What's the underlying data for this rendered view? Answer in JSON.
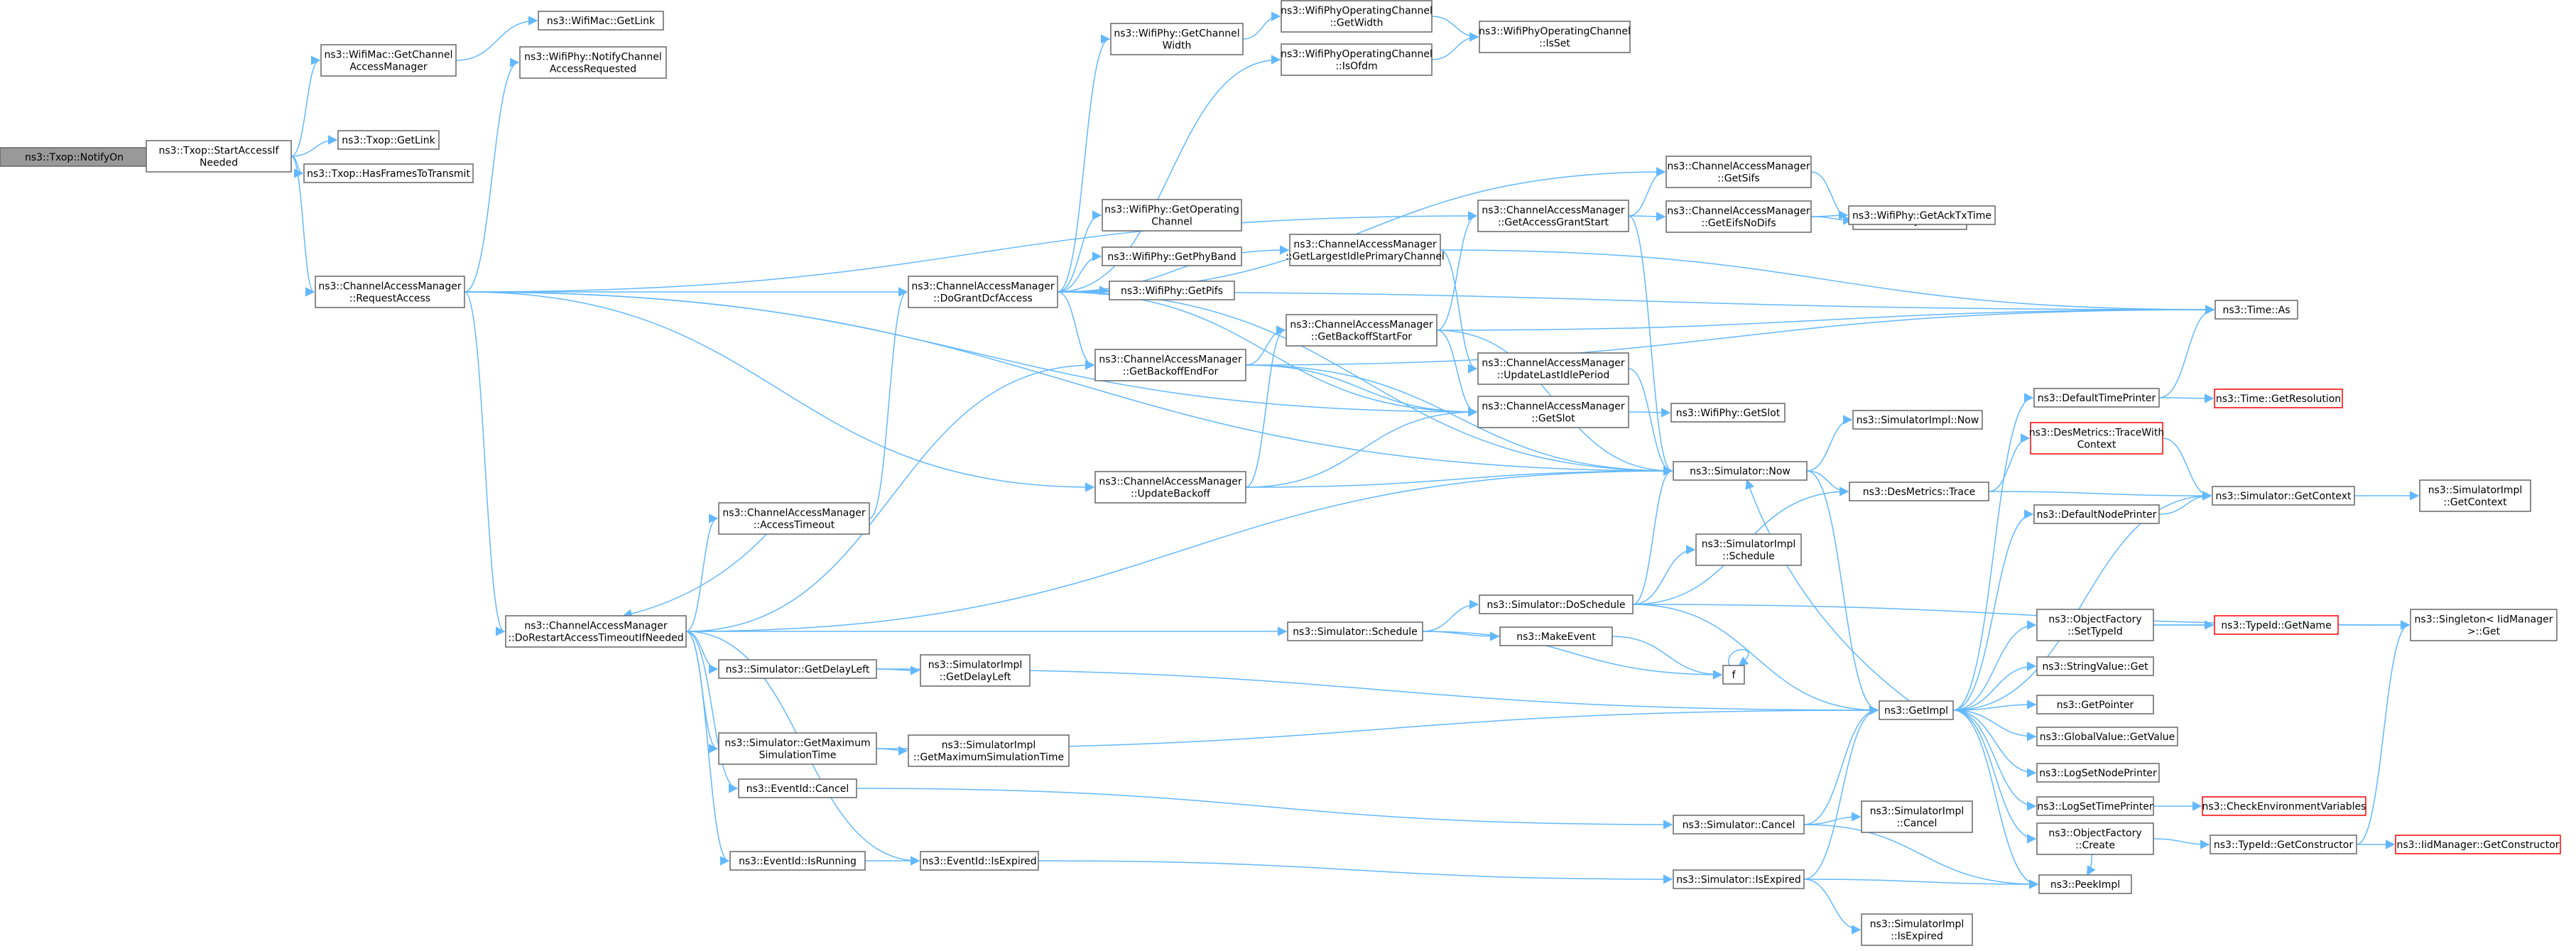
{
  "nodes": [
    {
      "id": "n0",
      "lines": [
        "ns3::Txop::NotifyOn"
      ],
      "root": true
    },
    {
      "id": "n1",
      "lines": [
        "ns3::Txop::StartAccessIf",
        "Needed"
      ]
    },
    {
      "id": "n2",
      "lines": [
        "ns3::WifiMac::GetChannel",
        "AccessManager"
      ]
    },
    {
      "id": "n3",
      "lines": [
        "ns3::WifiMac::GetLink"
      ]
    },
    {
      "id": "n4",
      "lines": [
        "ns3::WifiPhy::NotifyChannel",
        "AccessRequested"
      ]
    },
    {
      "id": "n5",
      "lines": [
        "ns3::Txop::GetLink"
      ]
    },
    {
      "id": "n6",
      "lines": [
        "ns3::Txop::HasFramesToTransmit"
      ]
    },
    {
      "id": "n7",
      "lines": [
        "ns3::ChannelAccessManager",
        "::RequestAccess"
      ]
    },
    {
      "id": "n8",
      "lines": [
        "ns3::ChannelAccessManager",
        "::DoGrantDcfAccess"
      ]
    },
    {
      "id": "n9",
      "lines": [
        "ns3::WifiPhy::GetChannel",
        "Width"
      ]
    },
    {
      "id": "n10",
      "lines": [
        "ns3::WifiPhyOperatingChannel",
        "::GetWidth"
      ]
    },
    {
      "id": "n11",
      "lines": [
        "ns3::WifiPhyOperatingChannel",
        "::IsSet"
      ]
    },
    {
      "id": "n12",
      "lines": [
        "ns3::WifiPhyOperatingChannel",
        "::IsOfdm"
      ]
    },
    {
      "id": "n13",
      "lines": [
        "ns3::WifiPhy::GetOperating",
        "Channel"
      ]
    },
    {
      "id": "n14",
      "lines": [
        "ns3::WifiPhy::GetPhyBand"
      ]
    },
    {
      "id": "n15",
      "lines": [
        "ns3::WifiPhy::GetPifs"
      ]
    },
    {
      "id": "n16",
      "lines": [
        "ns3::ChannelAccessManager",
        "::GetLargestIdlePrimaryChannel"
      ]
    },
    {
      "id": "n17",
      "lines": [
        "ns3::ChannelAccessManager",
        "::GetAccessGrantStart"
      ]
    },
    {
      "id": "n18",
      "lines": [
        "ns3::ChannelAccessManager",
        "::GetSifs"
      ]
    },
    {
      "id": "n19",
      "lines": [
        "ns3::WifiPhy::GetSifs"
      ]
    },
    {
      "id": "n20",
      "lines": [
        "ns3::ChannelAccessManager",
        "::GetEifsNoDifs"
      ]
    },
    {
      "id": "n21",
      "lines": [
        "ns3::WifiPhy::GetAckTxTime"
      ]
    },
    {
      "id": "n22",
      "lines": [
        "ns3::Time::As"
      ]
    },
    {
      "id": "n23",
      "lines": [
        "ns3::ChannelAccessManager",
        "::GetBackoffStartFor"
      ]
    },
    {
      "id": "n24",
      "lines": [
        "ns3::ChannelAccessManager",
        "::GetBackoffEndFor"
      ]
    },
    {
      "id": "n25",
      "lines": [
        "ns3::ChannelAccessManager",
        "::UpdateLastIdlePeriod"
      ]
    },
    {
      "id": "n26",
      "lines": [
        "ns3::ChannelAccessManager",
        "::GetSlot"
      ]
    },
    {
      "id": "n27",
      "lines": [
        "ns3::WifiPhy::GetSlot"
      ]
    },
    {
      "id": "n28",
      "lines": [
        "ns3::DefaultTimePrinter"
      ]
    },
    {
      "id": "n29",
      "lines": [
        "ns3::Time::GetResolution"
      ],
      "trunc": true
    },
    {
      "id": "n30",
      "lines": [
        "ns3::SimulatorImpl::Now"
      ]
    },
    {
      "id": "n31",
      "lines": [
        "ns3::DesMetrics::TraceWith",
        "Context"
      ],
      "trunc": true
    },
    {
      "id": "n32",
      "lines": [
        "ns3::Simulator::Now"
      ]
    },
    {
      "id": "n33",
      "lines": [
        "ns3::ChannelAccessManager",
        "::UpdateBackoff"
      ]
    },
    {
      "id": "n34",
      "lines": [
        "ns3::ChannelAccessManager",
        "::AccessTimeout"
      ]
    },
    {
      "id": "n35",
      "lines": [
        "ns3::DesMetrics::Trace"
      ]
    },
    {
      "id": "n36",
      "lines": [
        "ns3::Simulator::GetContext"
      ]
    },
    {
      "id": "n37",
      "lines": [
        "ns3::SimulatorImpl",
        "::GetContext"
      ]
    },
    {
      "id": "n38",
      "lines": [
        "ns3::DefaultNodePrinter"
      ]
    },
    {
      "id": "n39",
      "lines": [
        "ns3::SimulatorImpl",
        "::Schedule"
      ]
    },
    {
      "id": "n40",
      "lines": [
        "ns3::ChannelAccessManager",
        "::DoRestartAccessTimeoutIfNeeded"
      ]
    },
    {
      "id": "n41",
      "lines": [
        "ns3::Simulator::Schedule"
      ]
    },
    {
      "id": "n42",
      "lines": [
        "ns3::Simulator::DoSchedule"
      ]
    },
    {
      "id": "n43",
      "lines": [
        "ns3::MakeEvent"
      ]
    },
    {
      "id": "n44",
      "lines": [
        "f"
      ]
    },
    {
      "id": "n45",
      "lines": [
        "ns3::ObjectFactory",
        "::SetTypeId"
      ]
    },
    {
      "id": "n46",
      "lines": [
        "ns3::TypeId::GetName"
      ],
      "trunc": true
    },
    {
      "id": "n47",
      "lines": [
        "ns3::Singleton< IidManager",
        ">::Get"
      ]
    },
    {
      "id": "n48",
      "lines": [
        "ns3::StringValue::Get"
      ]
    },
    {
      "id": "n49",
      "lines": [
        "ns3::Simulator::GetDelayLeft"
      ]
    },
    {
      "id": "n50",
      "lines": [
        "ns3::SimulatorImpl",
        "::GetDelayLeft"
      ]
    },
    {
      "id": "n51",
      "lines": [
        "ns3::GetImpl"
      ]
    },
    {
      "id": "n52",
      "lines": [
        "ns3::GetPointer"
      ]
    },
    {
      "id": "n53",
      "lines": [
        "ns3::GlobalValue::GetValue"
      ]
    },
    {
      "id": "n54",
      "lines": [
        "ns3::Simulator::GetMaximum",
        "SimulationTime"
      ]
    },
    {
      "id": "n55",
      "lines": [
        "ns3::SimulatorImpl",
        "::GetMaximumSimulationTime"
      ]
    },
    {
      "id": "n56",
      "lines": [
        "ns3::LogSetNodePrinter"
      ]
    },
    {
      "id": "n57",
      "lines": [
        "ns3::EventId::Cancel"
      ]
    },
    {
      "id": "n58",
      "lines": [
        "ns3::LogSetTimePrinter"
      ]
    },
    {
      "id": "n59",
      "lines": [
        "ns3::CheckEnvironmentVariables"
      ],
      "trunc": true
    },
    {
      "id": "n60",
      "lines": [
        "ns3::Simulator::Cancel"
      ]
    },
    {
      "id": "n61",
      "lines": [
        "ns3::SimulatorImpl",
        "::Cancel"
      ]
    },
    {
      "id": "n62",
      "lines": [
        "ns3::ObjectFactory",
        "::Create"
      ]
    },
    {
      "id": "n63",
      "lines": [
        "ns3::TypeId::GetConstructor"
      ]
    },
    {
      "id": "n64",
      "lines": [
        "ns3::IidManager::GetConstructor"
      ],
      "trunc": true
    },
    {
      "id": "n65",
      "lines": [
        "ns3::EventId::IsRunning"
      ]
    },
    {
      "id": "n66",
      "lines": [
        "ns3::EventId::IsExpired"
      ]
    },
    {
      "id": "n67",
      "lines": [
        "ns3::Simulator::IsExpired"
      ]
    },
    {
      "id": "n68",
      "lines": [
        "ns3::PeekImpl"
      ]
    },
    {
      "id": "n69",
      "lines": [
        "ns3::SimulatorImpl",
        "::IsExpired"
      ]
    }
  ],
  "edges": [
    [
      "n0",
      "n1"
    ],
    [
      "n1",
      "n2"
    ],
    [
      "n2",
      "n3"
    ],
    [
      "n1",
      "n5"
    ],
    [
      "n1",
      "n6"
    ],
    [
      "n1",
      "n7"
    ],
    [
      "n7",
      "n4"
    ],
    [
      "n7",
      "n8"
    ],
    [
      "n7",
      "n17"
    ],
    [
      "n7",
      "n26"
    ],
    [
      "n7",
      "n32"
    ],
    [
      "n7",
      "n33"
    ],
    [
      "n7",
      "n40"
    ],
    [
      "n8",
      "n9"
    ],
    [
      "n8",
      "n12"
    ],
    [
      "n8",
      "n13"
    ],
    [
      "n8",
      "n14"
    ],
    [
      "n8",
      "n15"
    ],
    [
      "n8",
      "n16"
    ],
    [
      "n8",
      "n18"
    ],
    [
      "n8",
      "n24"
    ],
    [
      "n8",
      "n26"
    ],
    [
      "n8",
      "n32"
    ],
    [
      "n8",
      "n22"
    ],
    [
      "n9",
      "n10"
    ],
    [
      "n10",
      "n11"
    ],
    [
      "n12",
      "n11"
    ],
    [
      "n16",
      "n22"
    ],
    [
      "n16",
      "n25"
    ],
    [
      "n17",
      "n18"
    ],
    [
      "n17",
      "n20"
    ],
    [
      "n17",
      "n32"
    ],
    [
      "n18",
      "n19"
    ],
    [
      "n20",
      "n19"
    ],
    [
      "n20",
      "n21"
    ],
    [
      "n23",
      "n17"
    ],
    [
      "n23",
      "n22"
    ],
    [
      "n23",
      "n26"
    ],
    [
      "n23",
      "n32"
    ],
    [
      "n24",
      "n23"
    ],
    [
      "n24",
      "n26"
    ],
    [
      "n24",
      "n32"
    ],
    [
      "n24",
      "n22"
    ],
    [
      "n25",
      "n32"
    ],
    [
      "n26",
      "n27"
    ],
    [
      "n28",
      "n22"
    ],
    [
      "n28",
      "n29"
    ],
    [
      "n32",
      "n30"
    ],
    [
      "n32",
      "n35"
    ],
    [
      "n32",
      "n51"
    ],
    [
      "n33",
      "n23"
    ],
    [
      "n33",
      "n26"
    ],
    [
      "n33",
      "n32"
    ],
    [
      "n34",
      "n8"
    ],
    [
      "n34",
      "n40"
    ],
    [
      "n35",
      "n31"
    ],
    [
      "n35",
      "n36"
    ],
    [
      "n31",
      "n36"
    ],
    [
      "n36",
      "n37"
    ],
    [
      "n40",
      "n34"
    ],
    [
      "n40",
      "n24"
    ],
    [
      "n40",
      "n32"
    ],
    [
      "n40",
      "n41"
    ],
    [
      "n40",
      "n49"
    ],
    [
      "n40",
      "n54"
    ],
    [
      "n40",
      "n57"
    ],
    [
      "n40",
      "n65"
    ],
    [
      "n40",
      "n66"
    ],
    [
      "n41",
      "n42"
    ],
    [
      "n41",
      "n43"
    ],
    [
      "n41",
      "n44"
    ],
    [
      "n42",
      "n32"
    ],
    [
      "n42",
      "n35"
    ],
    [
      "n42",
      "n39"
    ],
    [
      "n42",
      "n47"
    ],
    [
      "n42",
      "n51"
    ],
    [
      "n43",
      "n44"
    ],
    [
      "n44",
      "n44"
    ],
    [
      "n49",
      "n50"
    ],
    [
      "n49",
      "n51"
    ],
    [
      "n54",
      "n55"
    ],
    [
      "n54",
      "n51"
    ],
    [
      "n57",
      "n60"
    ],
    [
      "n60",
      "n51"
    ],
    [
      "n60",
      "n61"
    ],
    [
      "n60",
      "n68"
    ],
    [
      "n65",
      "n66"
    ],
    [
      "n66",
      "n67"
    ],
    [
      "n67",
      "n51"
    ],
    [
      "n67",
      "n68"
    ],
    [
      "n67",
      "n69"
    ],
    [
      "n51",
      "n28"
    ],
    [
      "n51",
      "n38"
    ],
    [
      "n51",
      "n36"
    ],
    [
      "n51",
      "n45"
    ],
    [
      "n51",
      "n48"
    ],
    [
      "n51",
      "n52"
    ],
    [
      "n51",
      "n53"
    ],
    [
      "n51",
      "n56"
    ],
    [
      "n51",
      "n58"
    ],
    [
      "n51",
      "n62"
    ],
    [
      "n51",
      "n68"
    ],
    [
      "n51",
      "n32"
    ],
    [
      "n38",
      "n36"
    ],
    [
      "n45",
      "n46"
    ],
    [
      "n45",
      "n47"
    ],
    [
      "n58",
      "n59"
    ],
    [
      "n62",
      "n63"
    ],
    [
      "n62",
      "n68"
    ],
    [
      "n63",
      "n64"
    ],
    [
      "n63",
      "n47"
    ]
  ],
  "colors": {
    "edge": "#63b8ff",
    "border": "#666666",
    "root_fill": "#999999",
    "truncated_border": "#ff0000"
  }
}
